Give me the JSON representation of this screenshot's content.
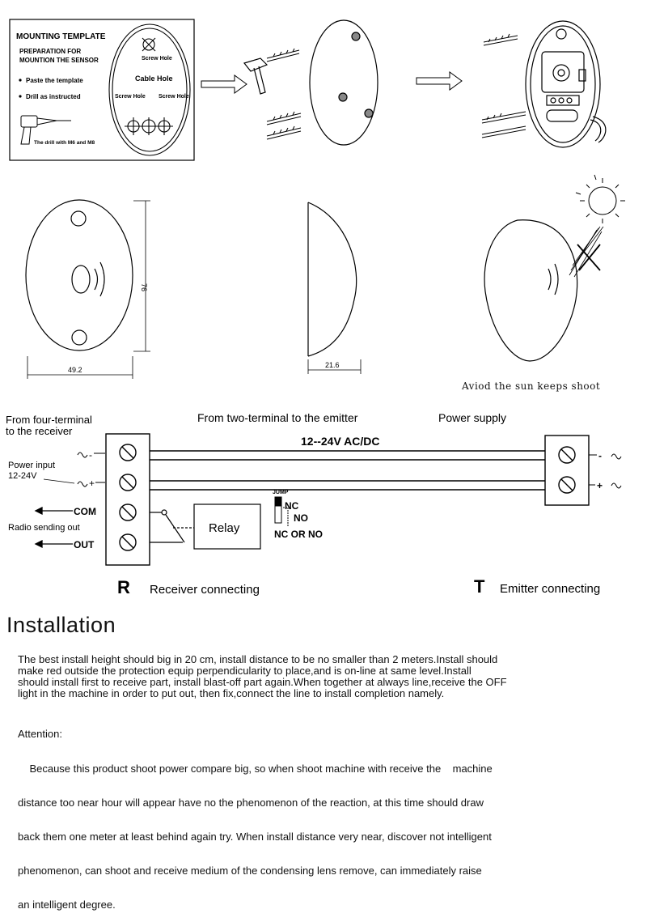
{
  "template": {
    "title": "MOUNTING TEMPLATE",
    "subtitle_line1": "PREPARATION FOR",
    "subtitle_line2": "MOUNTION THE SENSOR",
    "step1": "Paste the template",
    "step2": "Drill as instructed",
    "drill_note": "The drill with M6 and M8",
    "screw_hole_top": "Screw Hole",
    "cable_hole": "Cable Hole",
    "screw_hole_left": "Screw Hole",
    "screw_hole_right": "Screw Hole"
  },
  "dimensions": {
    "height": "76",
    "width": "49.2",
    "depth": "21.6"
  },
  "sun_caption": "Aviod the sun keeps shoot",
  "wiring": {
    "label_receiver_line1": "From four-terminal",
    "label_receiver_line2": "to the receiver",
    "label_emitter": "From two-terminal to the emitter",
    "label_power": "Power supply",
    "voltage": "12--24V AC/DC",
    "power_input_line1": "Power input",
    "power_input_line2": "12-24V",
    "com": "COM",
    "radio_out": "Radio sending out",
    "out": "OUT",
    "relay": "Relay",
    "jump": "JUMP",
    "nc": "NC",
    "no": "NO",
    "nc_or_no": "NC OR NO",
    "minus": "-",
    "plus": "+",
    "r_letter": "R",
    "r_label": "Receiver connecting",
    "t_letter": "T",
    "t_label": "Emitter connecting"
  },
  "installation": {
    "title": "Installation",
    "para1": [
      "The best install height should big in 20 cm, install distance to be no smaller than 2 meters.Install should",
      "make red outside the protection equip perpendicularity to place,and is on-line at same level.Install",
      "should install first to receive part, install blast-off part again.When together at always line,receive the OFF",
      "light in the machine in order   to put out, then fix,connect the line to install completion namely."
    ],
    "attention_title": "Attention:",
    "para2": [
      "    Because this product shoot power compare big, so when shoot machine with receive the    machine",
      "distance too near hour will appear have no the phenomenon of the reaction,   at this   time should draw",
      "back them one meter at least behind again try.    When install distance very near, discover not intelligent",
      "phenomenon, can shoot and   receive medium of the condensing lens remove, can immediately raise",
      "an intelligent degree."
    ]
  }
}
